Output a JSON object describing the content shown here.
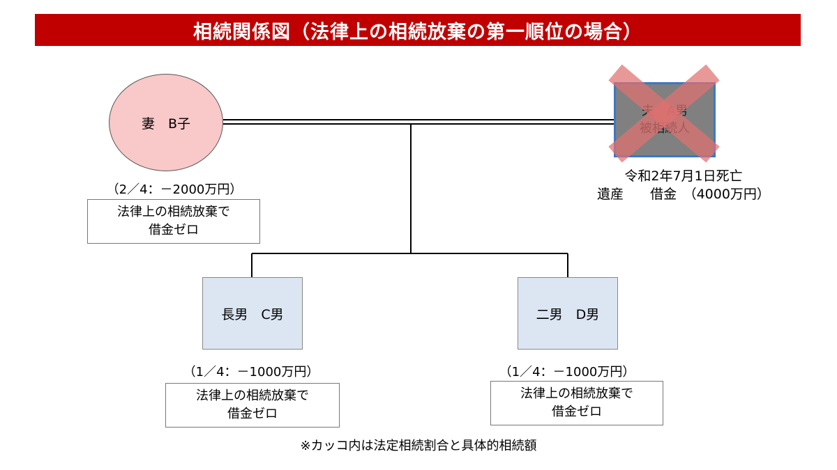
{
  "title": "相続関係図（法律上の相続放棄の第一順位の場合）",
  "wife": {
    "name": "妻　B子",
    "share": "（2／4：－2000万円）",
    "note_line1": "法律上の相続放棄で",
    "note_line2": "借金ゼロ"
  },
  "husband": {
    "name": "夫　A男",
    "role": "被相続人",
    "death_date": "令和2年7月1日死亡",
    "estate": "遺産　　借金　（4000万円）"
  },
  "children": [
    {
      "name": "長男　C男",
      "share": "（1／4：－1000万円）",
      "note_line1": "法律上の相続放棄で",
      "note_line2": "借金ゼロ"
    },
    {
      "name": "二男　D男",
      "share": "（1／4：－1000万円）",
      "note_line1": "法律上の相続放棄で",
      "note_line2": "借金ゼロ"
    }
  ],
  "footnote": "※カッコ内は法定相続割合と具体的相続額",
  "colors": {
    "banner": "#c00000",
    "wife_fill": "#f9c8c8",
    "husband_fill": "#808080",
    "husband_border": "#3a78c9",
    "child_fill": "#dce6f2",
    "cross": "#e07070"
  }
}
